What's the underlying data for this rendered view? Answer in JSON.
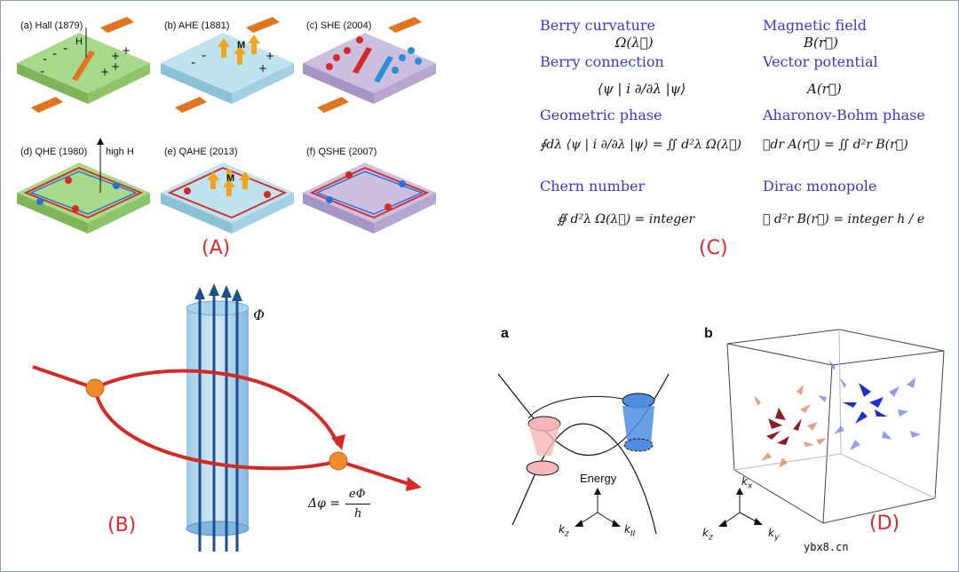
{
  "panel_A": {
    "labels": [
      "(a) Hall (1879)",
      "(b) AHE (1881)",
      "(c) SHE (2004)",
      "(d) QHE (1980)",
      "(e) QAHE (2013)",
      "(f) QSHE (2007)"
    ],
    "field_H": "H",
    "high_H": "high H",
    "magnet_M": "M",
    "tag": "(A)"
  },
  "panel_B": {
    "flux": "Φ",
    "phase_lhs": "Δφ =",
    "phase_num": "eΦ",
    "phase_den": "h",
    "tag": "(B)"
  },
  "panel_C": {
    "rows": [
      {
        "left_head": "Berry curvature",
        "left_eq": "Ω(λ⃗)",
        "right_head": "Magnetic field",
        "right_eq": "B(r⃗)"
      },
      {
        "left_head": "Berry connection",
        "left_eq": "⟨ψ | i ∂/∂λ |ψ⟩",
        "right_head": "Vector potential",
        "right_eq": "A(r⃗)"
      },
      {
        "left_head": "Geometric phase",
        "left_eq": "∮dλ ⟨ψ | i ∂/∂λ |ψ⟩ = ∬ d²λ  Ω(λ⃗)",
        "right_head": "Aharonov-Bohm phase",
        "right_eq": "∮dr A(r⃗) = ∬ d²r B(r⃗)"
      },
      {
        "left_head": "Chern number",
        "left_eq": "∯ d²λ  Ω(λ⃗) = integer",
        "right_head": "Dirac monopole",
        "right_eq": "∯ d²r  B(r⃗) = integer h / e"
      }
    ],
    "tag": "(C)"
  },
  "panel_D": {
    "sub_a": "a",
    "sub_b": "b",
    "energy": "Energy",
    "kz": "k",
    "kz_sub": "z",
    "kpar": "k",
    "kpar_sub": "II",
    "kx": "k",
    "kx_sub": "x",
    "ky": "k",
    "ky_sub": "y",
    "tag": "(D)"
  },
  "watermark": "ybx8.cn",
  "colors": {
    "tag_red": "#e3262b",
    "heading_blue": "#3b37c8",
    "slab_green": "#a9d98a",
    "slab_blue": "#bfe3ef",
    "slab_purple": "#cdbfe0",
    "path_red": "#d42a26"
  }
}
